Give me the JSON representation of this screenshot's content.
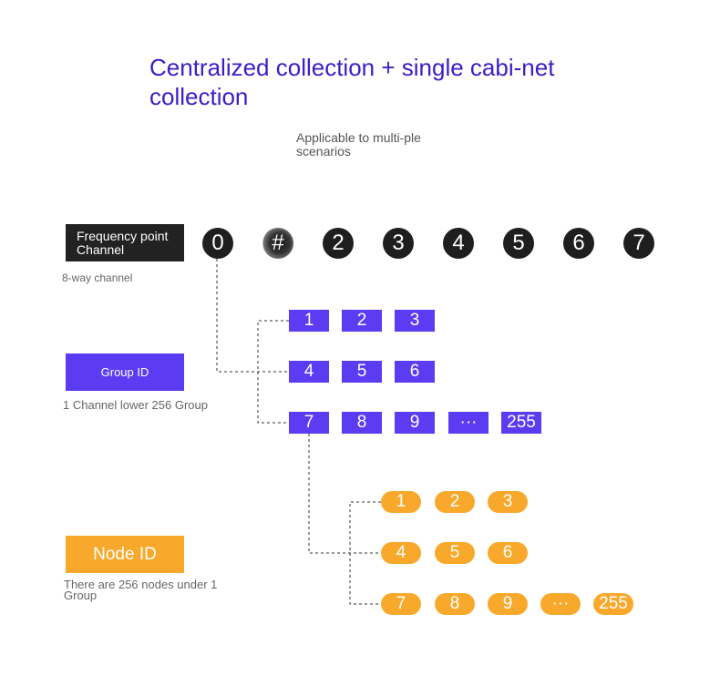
{
  "title": "Centralized collection + single cabi-net collection",
  "subtitle": "Applicable to multi-ple scenarios",
  "frequency": {
    "label": "Frequency point Channel",
    "note": "8-way channel",
    "channels": [
      "0",
      "#",
      "2",
      "3",
      "4",
      "5",
      "6",
      "7"
    ]
  },
  "group": {
    "label": "Group ID",
    "note": "1 Channel lower 256 Group",
    "rows": [
      [
        "1",
        "2",
        "3"
      ],
      [
        "4",
        "5",
        "6"
      ],
      [
        "7",
        "8",
        "9",
        "···",
        "255"
      ]
    ]
  },
  "node": {
    "label": "Node ID",
    "note": "There are 256 nodes under 1 Group",
    "rows": [
      [
        "1",
        "2",
        "3"
      ],
      [
        "4",
        "5",
        "6"
      ],
      [
        "7",
        "8",
        "9",
        "···",
        "255"
      ]
    ]
  },
  "colors": {
    "title": "#3a20c8",
    "group": "#5b3cf2",
    "node": "#f8a92b",
    "channel": "#1e1e1e"
  }
}
